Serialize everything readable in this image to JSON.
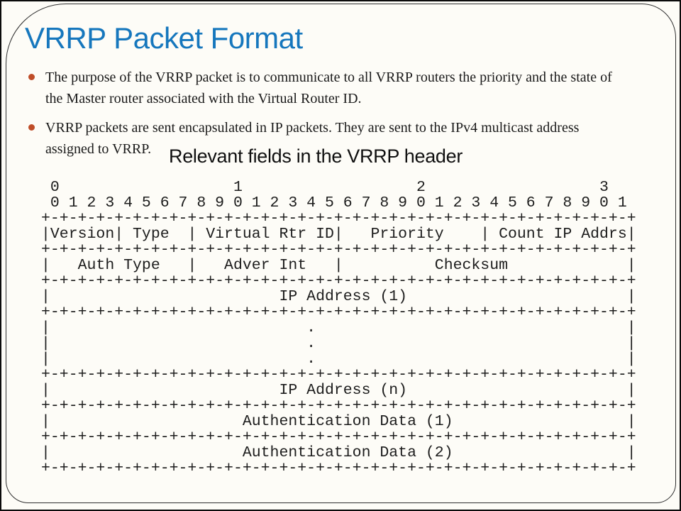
{
  "slide": {
    "title": "VRRP Packet Format",
    "bullets": [
      {
        "text": "The purpose of the VRRP packet is to communicate to all VRRP routers the priority and the state of\nthe Master router associated with the Virtual Router ID."
      },
      {
        "text": "VRRP packets are sent encapsulated in IP packets. They are sent to the IPv4 multicast address\nassigned to VRRP."
      }
    ],
    "diagram_caption": "Relevant fields in the VRRP header",
    "diagram": {
      "bit_ruler_top": " 0                   1                   2                   3",
      "bit_ruler": " 0 1 2 3 4 5 6 7 8 9 0 1 2 3 4 5 6 7 8 9 0 1 2 3 4 5 6 7 8 9 0 1",
      "field_labels": [
        "Version",
        "Type",
        "Virtual Rtr ID",
        "Priority",
        "Count IP Addrs",
        "Auth Type",
        "Adver Int",
        "Checksum",
        "IP Address (1)",
        "IP Address (n)",
        "Authentication Data (1)",
        "Authentication Data (2)"
      ],
      "ascii": " 0                   1                   2                   3\n 0 1 2 3 4 5 6 7 8 9 0 1 2 3 4 5 6 7 8 9 0 1 2 3 4 5 6 7 8 9 0 1\n+-+-+-+-+-+-+-+-+-+-+-+-+-+-+-+-+-+-+-+-+-+-+-+-+-+-+-+-+-+-+-+-+\n|Version| Type  | Virtual Rtr ID|   Priority    | Count IP Addrs|\n+-+-+-+-+-+-+-+-+-+-+-+-+-+-+-+-+-+-+-+-+-+-+-+-+-+-+-+-+-+-+-+-+\n|   Auth Type   |   Adver Int   |          Checksum             |\n+-+-+-+-+-+-+-+-+-+-+-+-+-+-+-+-+-+-+-+-+-+-+-+-+-+-+-+-+-+-+-+-+\n|                         IP Address (1)                        |\n+-+-+-+-+-+-+-+-+-+-+-+-+-+-+-+-+-+-+-+-+-+-+-+-+-+-+-+-+-+-+-+-+\n|                            .                                  |\n|                            .                                  |\n|                            .                                  |\n+-+-+-+-+-+-+-+-+-+-+-+-+-+-+-+-+-+-+-+-+-+-+-+-+-+-+-+-+-+-+-+-+\n|                         IP Address (n)                        |\n+-+-+-+-+-+-+-+-+-+-+-+-+-+-+-+-+-+-+-+-+-+-+-+-+-+-+-+-+-+-+-+-+\n|                     Authentication Data (1)                   |\n+-+-+-+-+-+-+-+-+-+-+-+-+-+-+-+-+-+-+-+-+-+-+-+-+-+-+-+-+-+-+-+-+\n|                     Authentication Data (2)                   |\n+-+-+-+-+-+-+-+-+-+-+-+-+-+-+-+-+-+-+-+-+-+-+-+-+-+-+-+-+-+-+-+-+"
    },
    "colors": {
      "title_blue": "#1677bd",
      "bullet_orange": "#bf4d28",
      "body_text": "#1a1a1a",
      "frame_border": "#2e2e2e"
    }
  }
}
